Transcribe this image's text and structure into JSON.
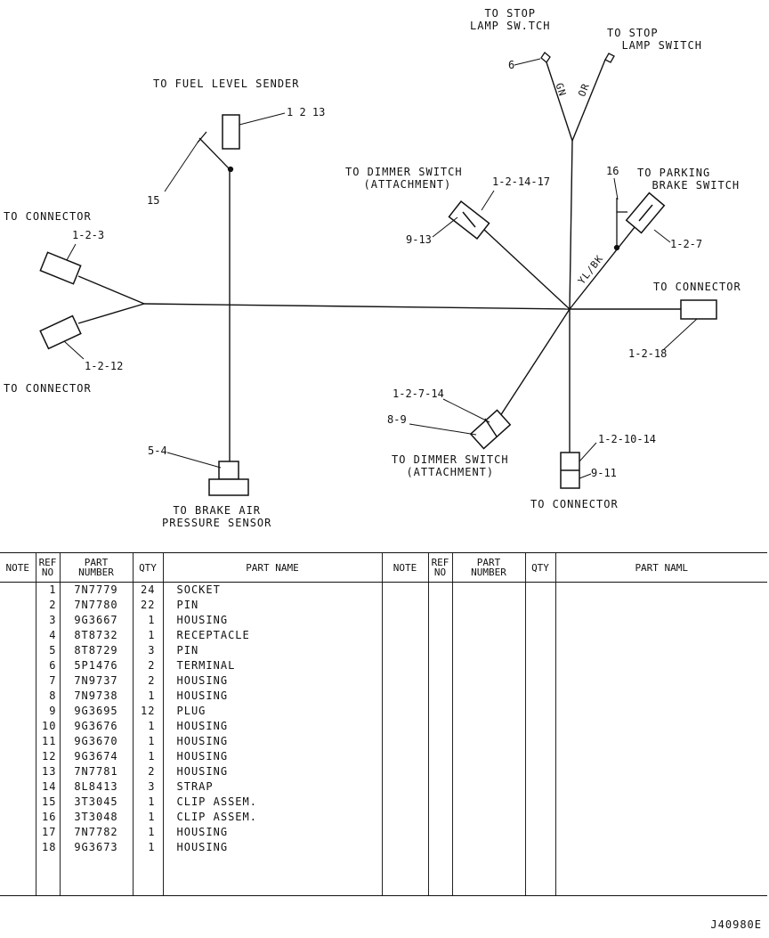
{
  "diagram": {
    "labels": {
      "stop_lamp_1": "TO STOP\nLAMP SW.TCH",
      "stop_lamp_2": "TO STOP\n  LAMP SWITCH",
      "fuel_level": "TO FUEL LEVEL SENDER",
      "dimmer_top": "TO DIMMER SWITCH\n (ATTACHMENT)",
      "parking_brake": "TO PARKING\n  BRAKE SWITCH",
      "connector_left_top": "TO CONNECTOR",
      "connector_left_bottom": "TO CONNECTOR",
      "connector_right": "TO CONNECTOR",
      "dimmer_bottom": "TO DIMMER SWITCH\n(ATTACHMENT)",
      "brake_air": "TO BRAKE AIR\nPRESSURE SENSOR",
      "connector_bottom": "TO CONNECTOR"
    },
    "callouts": {
      "c6": "6",
      "c_1_2_13": "1 2 13",
      "c15": "15",
      "c_1_2_14_17": "1-2-14-17",
      "c_9_13": "9-13",
      "c16": "16",
      "c_1_2_7_pb": "1-2-7",
      "c_1_2_3": "1-2-3",
      "c_1_2_12": "1-2-12",
      "c_1_2_18": "1-2-18",
      "c_1_2_7_14": "1-2-7-14",
      "c_8_9": "8-9",
      "c_1_2_10_14": "1-2-10-14",
      "c_9_11": "9-11",
      "c_5_4": "5-4"
    },
    "wire_codes": {
      "gn": "GN",
      "or": "OR",
      "ylbk": "YL/BK"
    }
  },
  "table": {
    "headers": [
      "NOTE",
      "REF\nNO",
      "PART\nNUMBER",
      "QTY",
      "PART NAME",
      "NOTE",
      "REF\nNO",
      "PART\nNUMBER",
      "QTY",
      "PART NAML"
    ],
    "rows": [
      {
        "ref": "1",
        "part_number": "7N7779",
        "qty": "24",
        "name": "SOCKET"
      },
      {
        "ref": "2",
        "part_number": "7N7780",
        "qty": "22",
        "name": "PIN"
      },
      {
        "ref": "3",
        "part_number": "9G3667",
        "qty": "1",
        "name": "HOUSING"
      },
      {
        "ref": "4",
        "part_number": "8T8732",
        "qty": "1",
        "name": "RECEPTACLE"
      },
      {
        "ref": "5",
        "part_number": "8T8729",
        "qty": "3",
        "name": "PIN"
      },
      {
        "ref": "6",
        "part_number": "5P1476",
        "qty": "2",
        "name": "TERMINAL"
      },
      {
        "ref": "7",
        "part_number": "7N9737",
        "qty": "2",
        "name": "HOUSING"
      },
      {
        "ref": "8",
        "part_number": "7N9738",
        "qty": "1",
        "name": "HOUSING"
      },
      {
        "ref": "9",
        "part_number": "9G3695",
        "qty": "12",
        "name": "PLUG"
      },
      {
        "ref": "10",
        "part_number": "9G3676",
        "qty": "1",
        "name": "HOUSING"
      },
      {
        "ref": "11",
        "part_number": "9G3670",
        "qty": "1",
        "name": "HOUSING"
      },
      {
        "ref": "12",
        "part_number": "9G3674",
        "qty": "1",
        "name": "HOUSING"
      },
      {
        "ref": "13",
        "part_number": "7N7781",
        "qty": "2",
        "name": "HOUSING"
      },
      {
        "ref": "14",
        "part_number": "8L8413",
        "qty": "3",
        "name": "STRAP"
      },
      {
        "ref": "15",
        "part_number": "3T3045",
        "qty": "1",
        "name": "CLIP ASSEM."
      },
      {
        "ref": "16",
        "part_number": "3T3048",
        "qty": "1",
        "name": "CLIP ASSEM."
      },
      {
        "ref": "17",
        "part_number": "7N7782",
        "qty": "1",
        "name": "HOUSING"
      },
      {
        "ref": "18",
        "part_number": "9G3673",
        "qty": "1",
        "name": "HOUSING"
      }
    ]
  },
  "drawing_number": "J40980E"
}
